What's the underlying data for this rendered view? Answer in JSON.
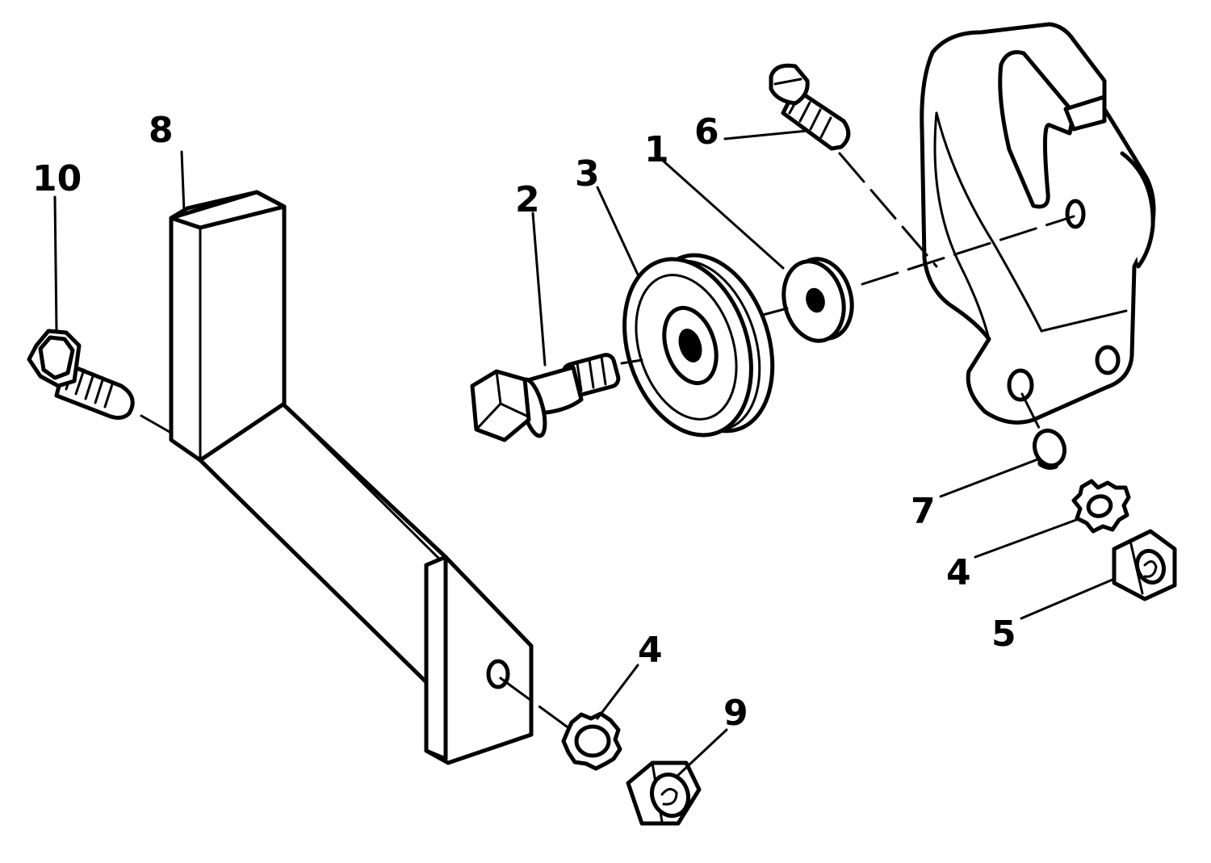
{
  "callouts": {
    "c1": "1",
    "c2": "2",
    "c3": "3",
    "c4a": "4",
    "c4b": "4",
    "c5": "5",
    "c6": "6",
    "c7": "7",
    "c8": "8",
    "c9": "9",
    "c10": "10"
  },
  "colors": {
    "line": "#000000",
    "background": "#ffffff"
  },
  "icons": [
    "flat-washer-icon",
    "shoulder-bolt-icon",
    "pulley-icon",
    "lock-washer-icon",
    "hex-nut-icon",
    "screw-icon",
    "spacer-icon",
    "bracket-arm-icon",
    "mounting-bracket-icon",
    "bolt-icon"
  ]
}
